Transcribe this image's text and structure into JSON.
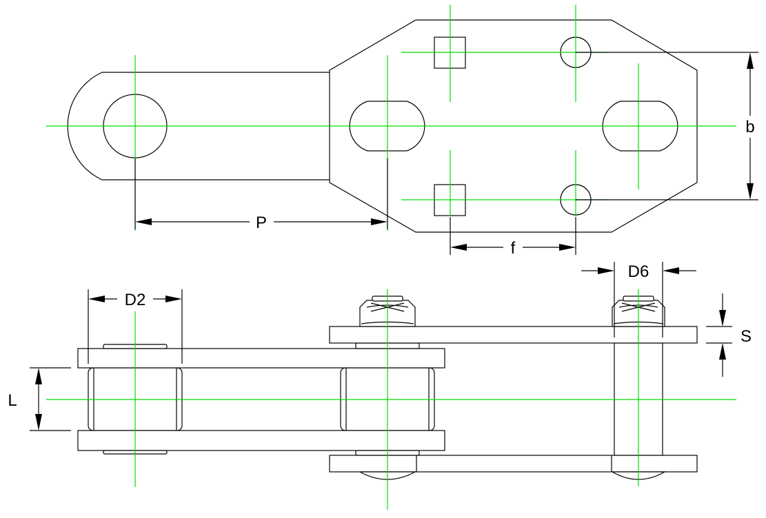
{
  "labels": {
    "pitch": "P",
    "hole_spacing": "f",
    "hole_offset": "b",
    "roller_diameter": "D2",
    "attachment_pin_diameter": "D6",
    "plate_thickness": "S",
    "inner_width": "L"
  },
  "colors": {
    "outline": "#000000",
    "centerline": "#00dd00",
    "background": "#ffffff"
  }
}
